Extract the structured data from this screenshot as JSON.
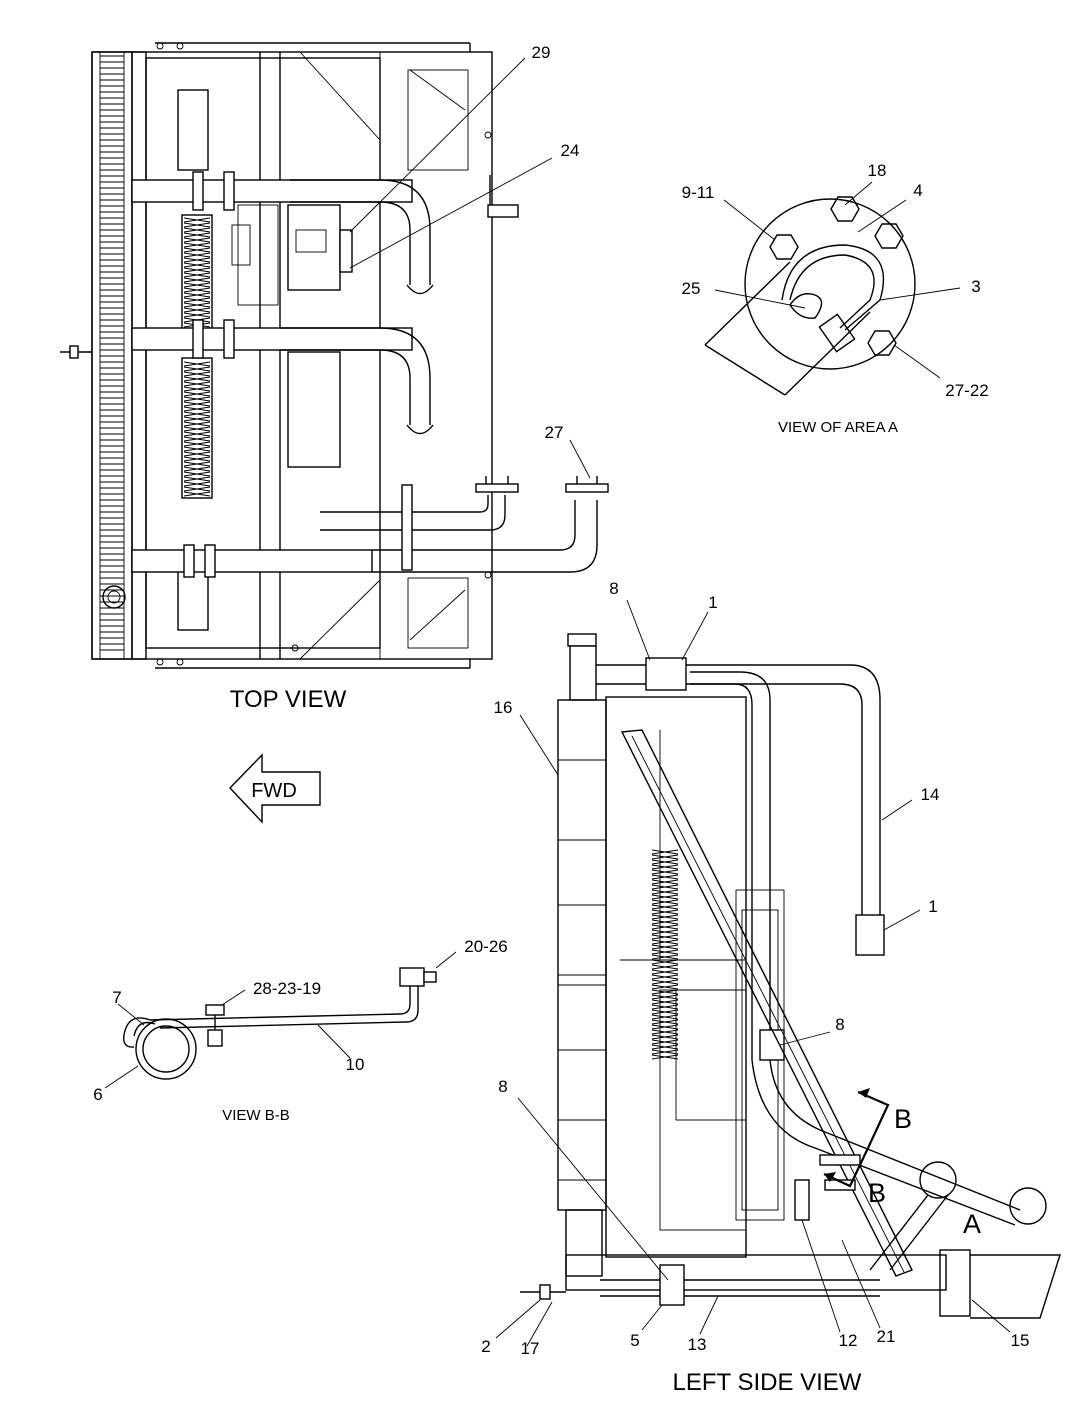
{
  "views": {
    "top": "TOP VIEW",
    "left_side": "LEFT SIDE VIEW",
    "area_a": "VIEW OF AREA A",
    "b_b": "VIEW B-B"
  },
  "arrow": {
    "fwd": "FWD"
  },
  "section": {
    "a": "A",
    "b": "B"
  },
  "callouts": {
    "top_29": "29",
    "top_24": "24",
    "top_27": "27",
    "a_9_11": "9-11",
    "a_18": "18",
    "a_4": "4",
    "a_25": "25",
    "a_3": "3",
    "a_27_22": "27-22",
    "bb_7": "7",
    "bb_28_23_19": "28-23-19",
    "bb_20_26": "20-26",
    "bb_6": "6",
    "bb_10": "10",
    "ls_8a": "8",
    "ls_1a": "1",
    "ls_16": "16",
    "ls_14": "14",
    "ls_1b": "1",
    "ls_8b": "8",
    "ls_8c": "8",
    "ls_2": "2",
    "ls_17": "17",
    "ls_5": "5",
    "ls_13": "13",
    "ls_12": "12",
    "ls_21": "21",
    "ls_15": "15"
  }
}
